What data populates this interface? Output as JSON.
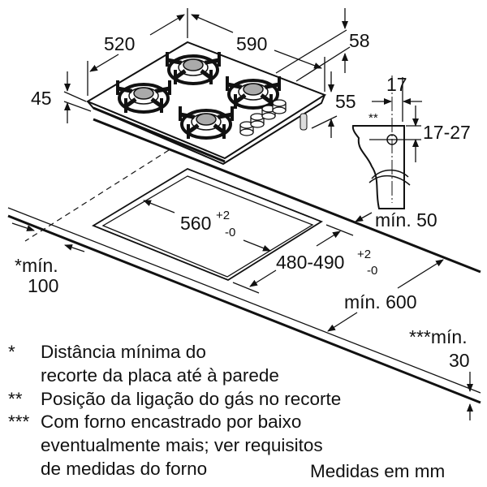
{
  "dimensions": {
    "depth": "520",
    "width": "590",
    "rear_height": "58",
    "height": "45",
    "pin_offset": "55",
    "gas_x": "17",
    "gas_y": "17-27",
    "gas_marker": "**",
    "cutout_width": "560",
    "cutout_width_tol_plus": "+2",
    "cutout_width_tol_minus": "-0",
    "cutout_depth": "480-490",
    "cutout_depth_tol_plus": "+2",
    "cutout_depth_tol_minus": "-0",
    "min_rear": "mín. 50",
    "min_wall_1": "*mín.",
    "min_wall_2": "100",
    "min_depth": "mín. 600",
    "min_oven_1": "***mín.",
    "min_oven_2": "30"
  },
  "notes": [
    {
      "marker": "*",
      "lines": [
        "Distância mínima do",
        "recorte da placa até à parede"
      ]
    },
    {
      "marker": "**",
      "lines": [
        "Posição da ligação do gás no recorte"
      ]
    },
    {
      "marker": "***",
      "lines": [
        "Com forno encastrado por baixo",
        "eventualmente mais; ver requisitos",
        "de medidas do forno"
      ]
    }
  ],
  "units": "Medidas em mm"
}
